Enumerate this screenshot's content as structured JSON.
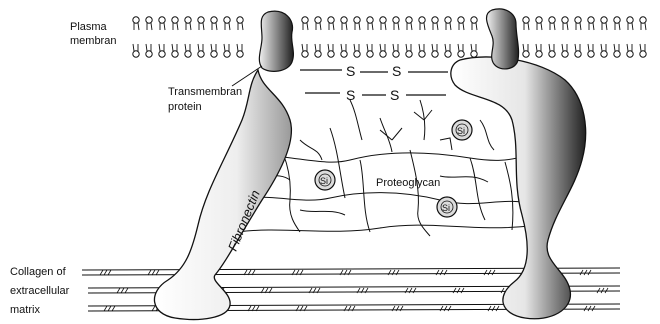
{
  "labels": {
    "plasma_membrane": [
      "Plasma",
      "membran"
    ],
    "transmembrane_protein": [
      "Transmembran",
      "protein"
    ],
    "fibronectin": "Fibronectin",
    "proteoglycan": "Proteoglycan",
    "collagen": [
      "Collagen of",
      "extracellular",
      "matrix"
    ],
    "si": "Si",
    "s": "S"
  },
  "colors": {
    "ink": "#111111",
    "protein_fill_light": "#f2f2f2",
    "protein_fill_dark": "#3a3a3a",
    "background": "#ffffff"
  }
}
